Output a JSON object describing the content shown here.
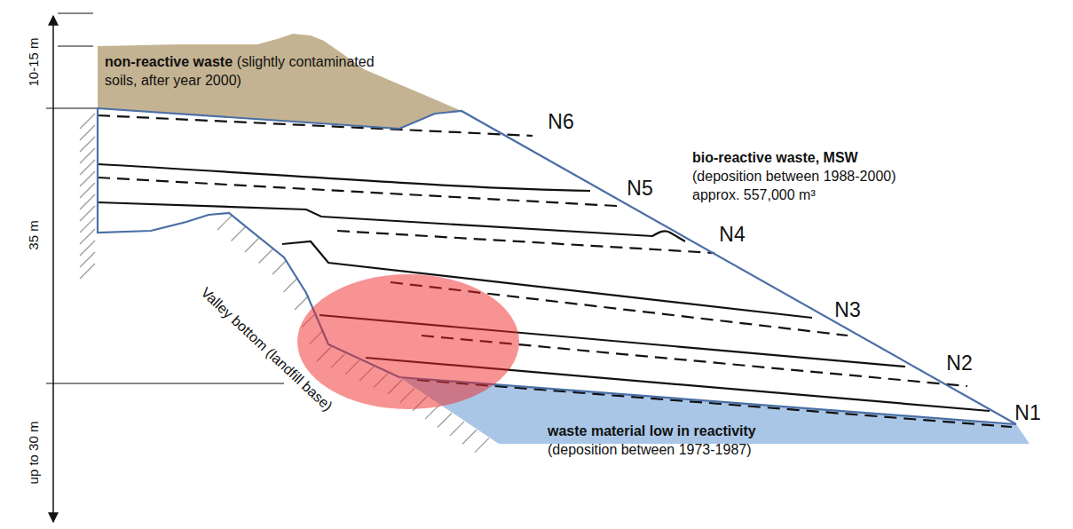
{
  "diagram": {
    "labels": [
      "10-15 m",
      "35 m",
      "up to 30 m",
      "non-reactive waste",
      "(slightly contaminated soils, after year 2000)",
      "N6",
      "bio-reactive waste, MSW",
      "(deposition between 1988-2000)",
      "approx. 557,000 m³",
      "N5",
      "N4",
      "N3",
      "N2",
      "N1",
      "Valley bottom (landfill base)",
      "waste material low in reactivity",
      "(deposition between 1973-1987)"
    ]
  }
}
